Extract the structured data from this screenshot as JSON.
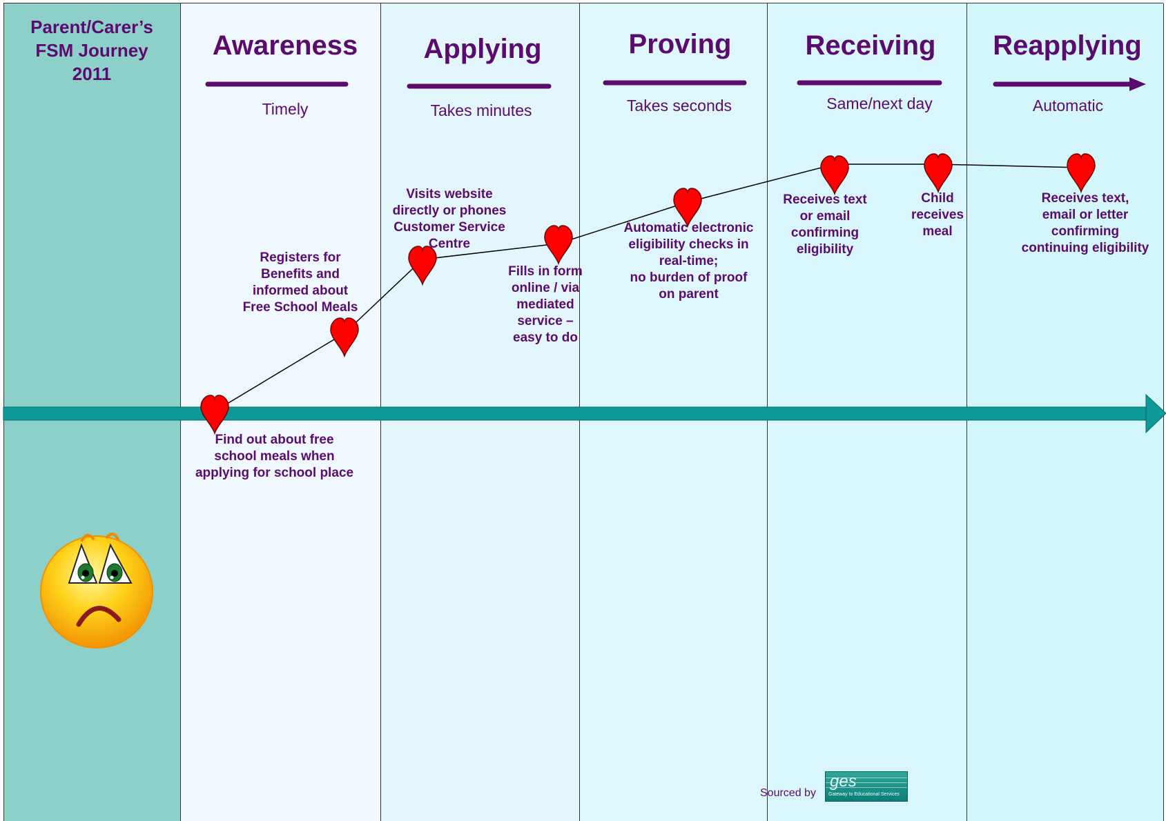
{
  "sidebar": {
    "title": "Parent/Carer’s\nFSM Journey\n2011"
  },
  "stages": [
    {
      "title": "Awareness",
      "subtitle": "Timely"
    },
    {
      "title": "Applying",
      "subtitle": "Takes minutes"
    },
    {
      "title": "Proving",
      "subtitle": "Takes seconds"
    },
    {
      "title": "Receiving",
      "subtitle": "Same/next day"
    },
    {
      "title": "Reapplying",
      "subtitle": "Automatic"
    }
  ],
  "steps": [
    {
      "label": "Find out about free\nschool meals when\napplying for school place"
    },
    {
      "label": "Registers for\nBenefits and\ninformed about\nFree School Meals"
    },
    {
      "label": "Visits website\ndirectly or phones\nCustomer Service\nCentre"
    },
    {
      "label": "Fills in form\nonline / via\nmediated\nservice –\neasy to do"
    },
    {
      "label": "Automatic electronic\neligibility checks in\nreal-time;\nno burden of proof\non parent"
    },
    {
      "label": "Receives text\nor email\nconfirming\neligibility"
    },
    {
      "label": "Child\nreceives\nmeal"
    },
    {
      "label": "Receives text,\nemail or letter\nconfirming\ncontinuing eligibility"
    }
  ],
  "footer": {
    "sourced_by": "Sourced by",
    "logo_text": "ges",
    "logo_subtext": "Gateway to Educational Services"
  },
  "colors": {
    "sidebar_bg": "#8dd0ca",
    "heading": "#5b0b6e",
    "timeline": "#0f9a97",
    "heart": "#ff0000"
  },
  "icons": {
    "mood": "sad-face-icon",
    "step_marker": "heart-icon"
  }
}
